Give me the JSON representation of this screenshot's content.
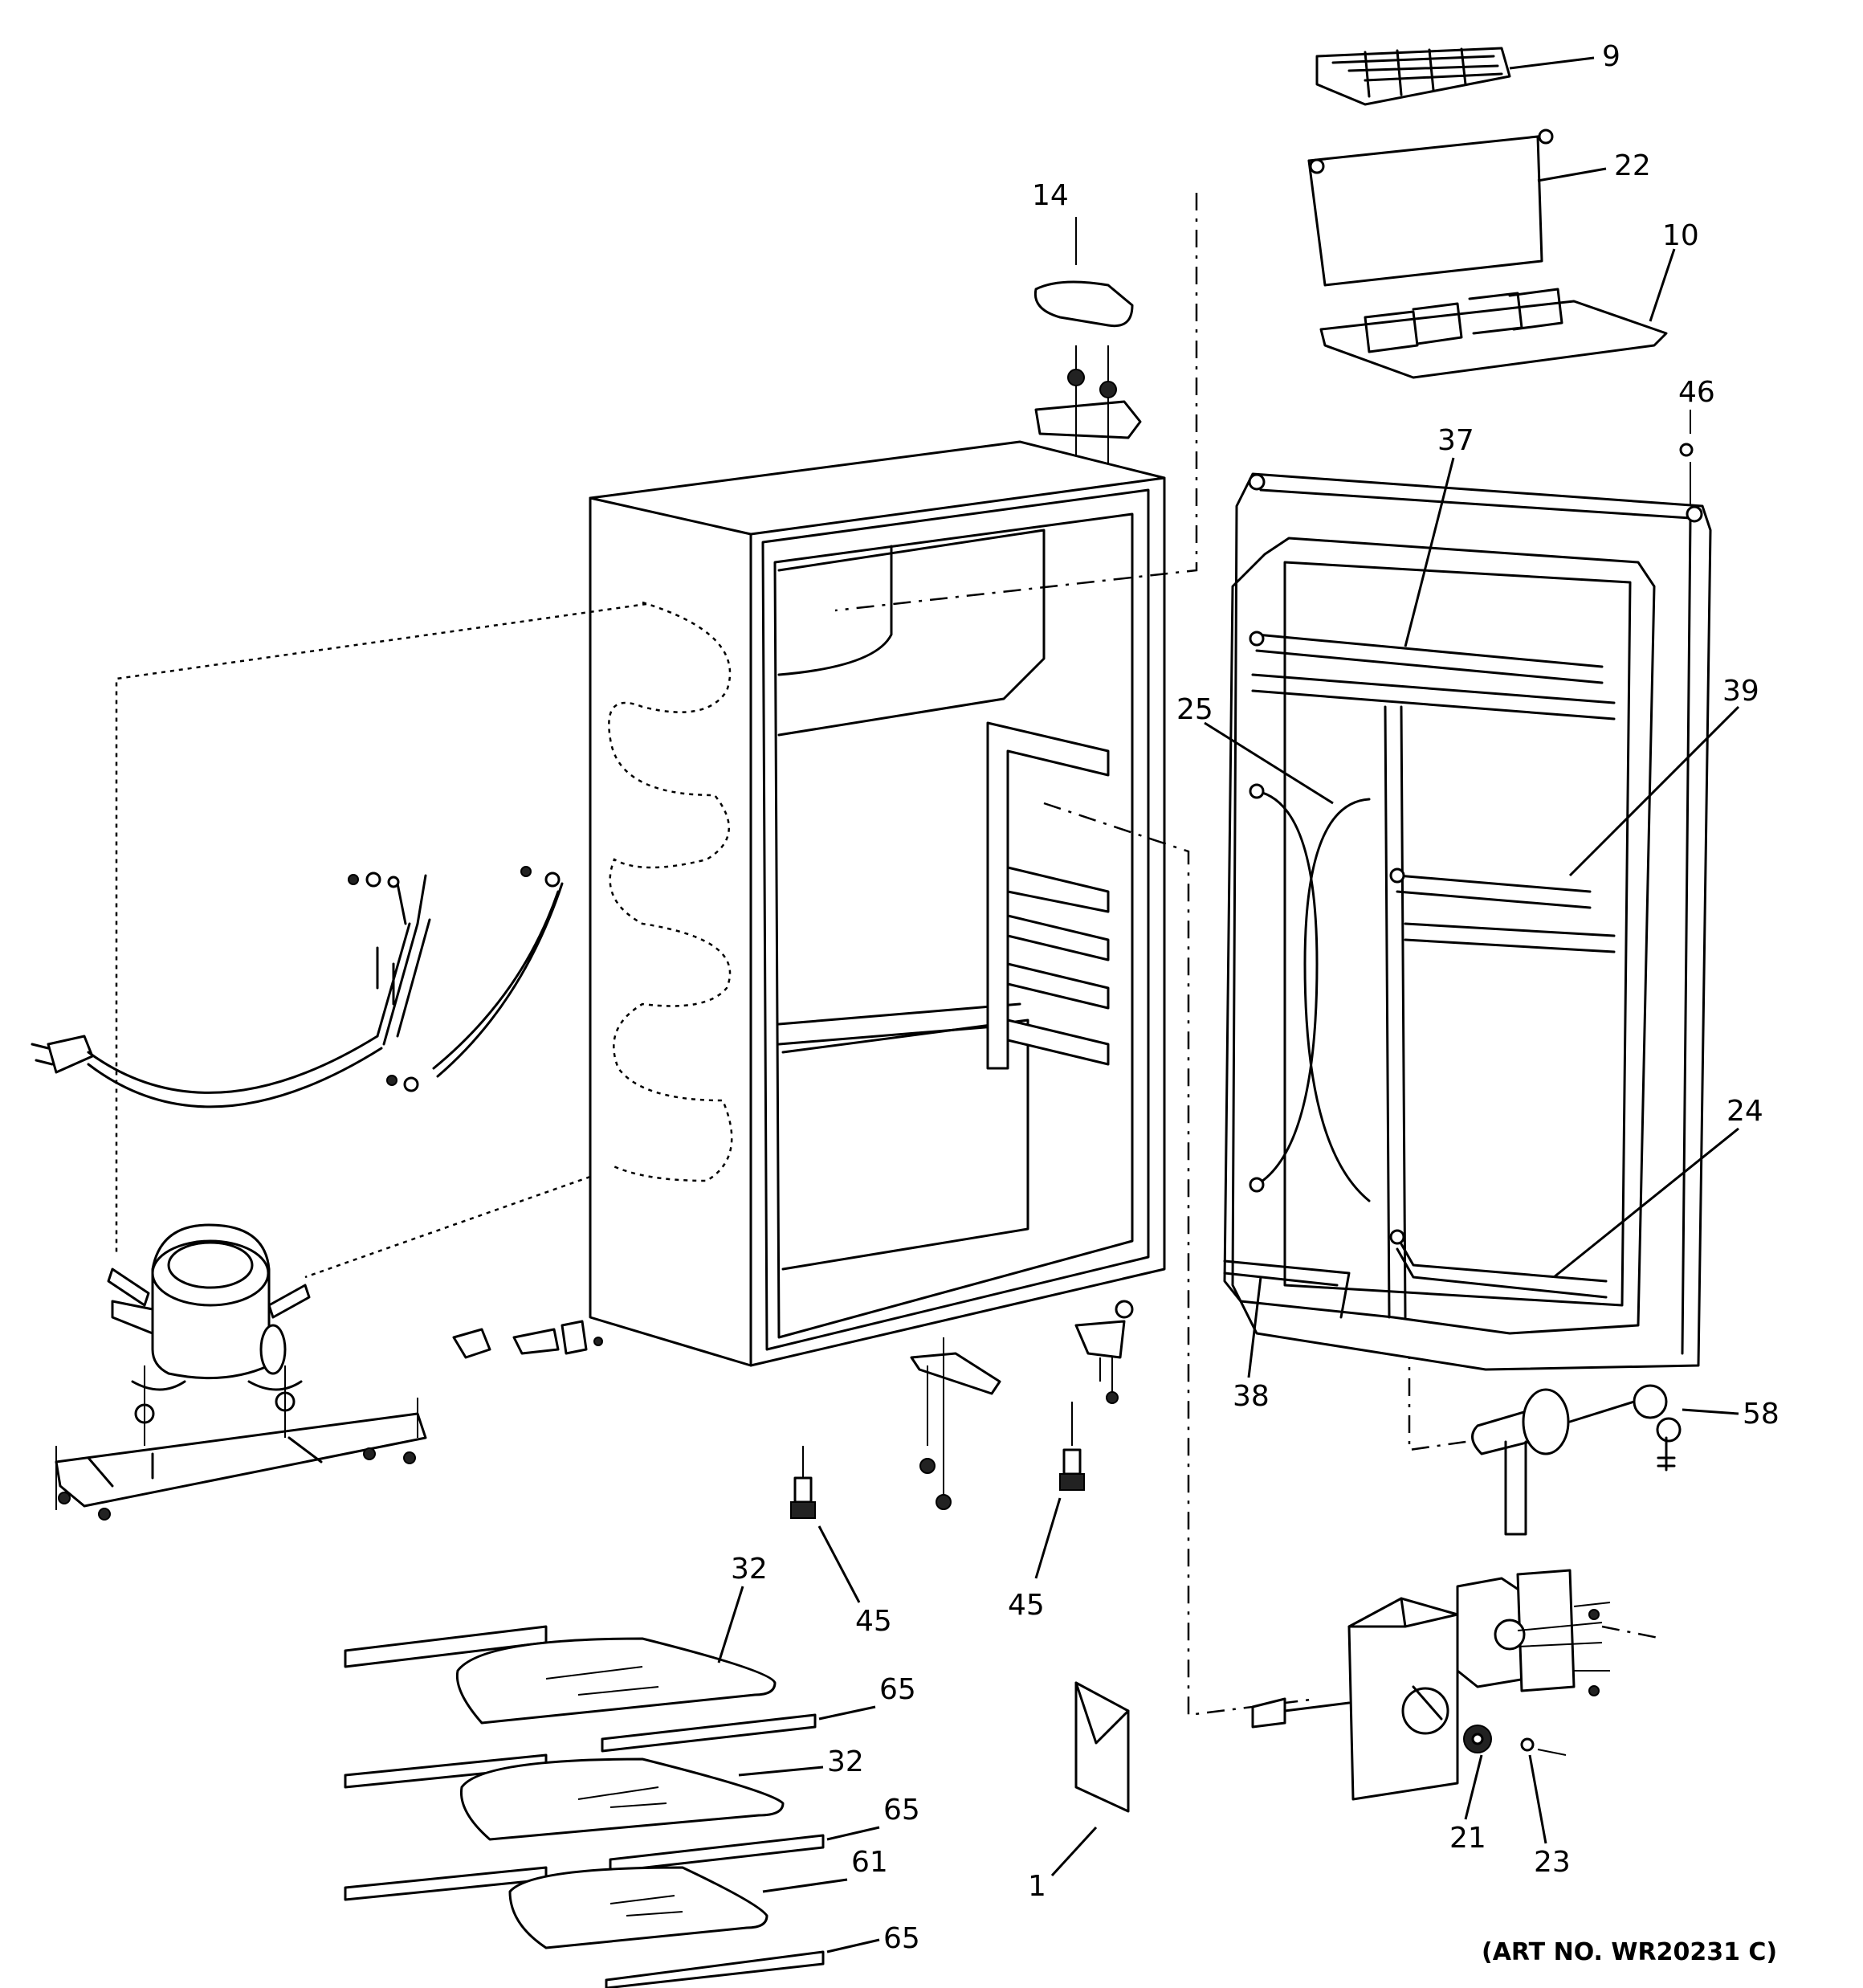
{
  "parts": {
    "p1": "1",
    "p9": "9",
    "p10": "10",
    "p14": "14",
    "p21": "21",
    "p22": "22",
    "p23": "23",
    "p24": "24",
    "p25": "25",
    "p32a": "32",
    "p32b": "32",
    "p37": "37",
    "p38": "38",
    "p39": "39",
    "p45a": "45",
    "p45b": "45",
    "p46": "46",
    "p58": "58",
    "p61": "61",
    "p65a": "65",
    "p65b": "65",
    "p65c": "65"
  },
  "art_number": "(ART NO. WR20231 C)"
}
